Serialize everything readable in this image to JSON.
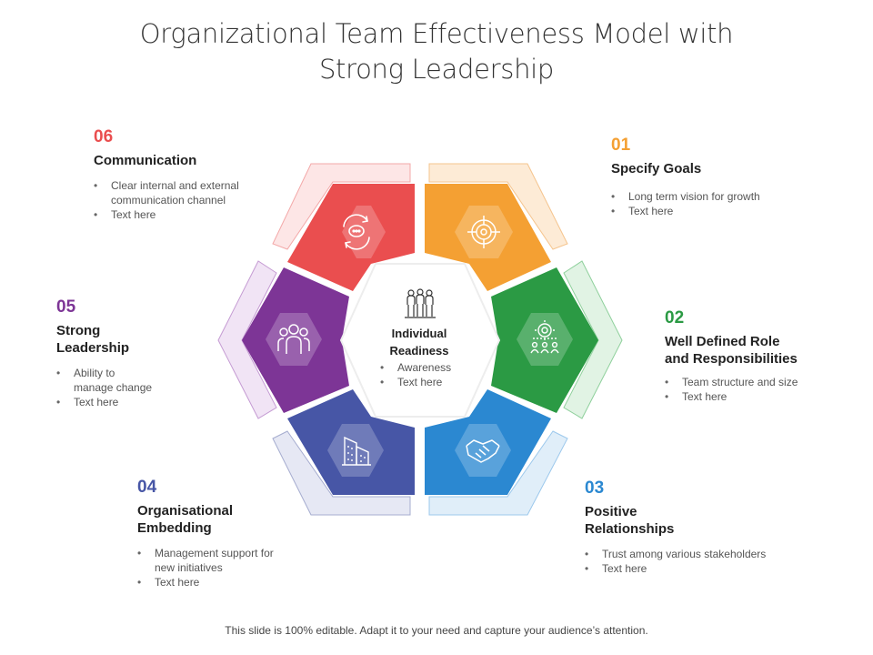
{
  "title": {
    "line1": "Organizational Team Effectiveness Model with",
    "line2": "Strong Leadership"
  },
  "colors": {
    "s01": "#f4a033",
    "s02": "#2b9a44",
    "s03": "#2b88d1",
    "s04": "#4756a6",
    "s05": "#7d3596",
    "s06": "#ea4e4f"
  },
  "center": {
    "icon": "team-icon",
    "title_line1": "Individual",
    "title_line2": "Readiness",
    "bullets": [
      "Awareness",
      "Text here"
    ]
  },
  "segments": [
    {
      "number": "01",
      "heading_line1": "Specify Goals",
      "heading_line2": "",
      "icon": "target-icon",
      "bullets": [
        "Long term vision for growth",
        "Text here"
      ]
    },
    {
      "number": "02",
      "heading_line1": "Well Defined Role",
      "heading_line2": "and Responsibilities",
      "icon": "team-structure-icon",
      "bullets": [
        "Team structure and size",
        "Text here"
      ]
    },
    {
      "number": "03",
      "heading_line1": "Positive",
      "heading_line2": "Relationships",
      "icon": "handshake-icon",
      "bullets": [
        "Trust among various  stakeholders",
        "Text here"
      ]
    },
    {
      "number": "04",
      "heading_line1": "Organisational",
      "heading_line2": "Embedding",
      "icon": "building-icon",
      "bullets": [
        "Management  support for",
        "new initiatives",
        "Text here"
      ]
    },
    {
      "number": "05",
      "heading_line1": "Strong",
      "heading_line2": "Leadership",
      "icon": "people-icon",
      "bullets": [
        "Ability to",
        "manage change",
        "Text here"
      ]
    },
    {
      "number": "06",
      "heading_line1": "Communication",
      "heading_line2": "",
      "icon": "chat-cycle-icon",
      "bullets": [
        "Clear internal  and external",
        "communication channel",
        "Text here"
      ]
    }
  ],
  "footer": "This slide is 100% editable. Adapt it to your need and capture your audience’s attention."
}
